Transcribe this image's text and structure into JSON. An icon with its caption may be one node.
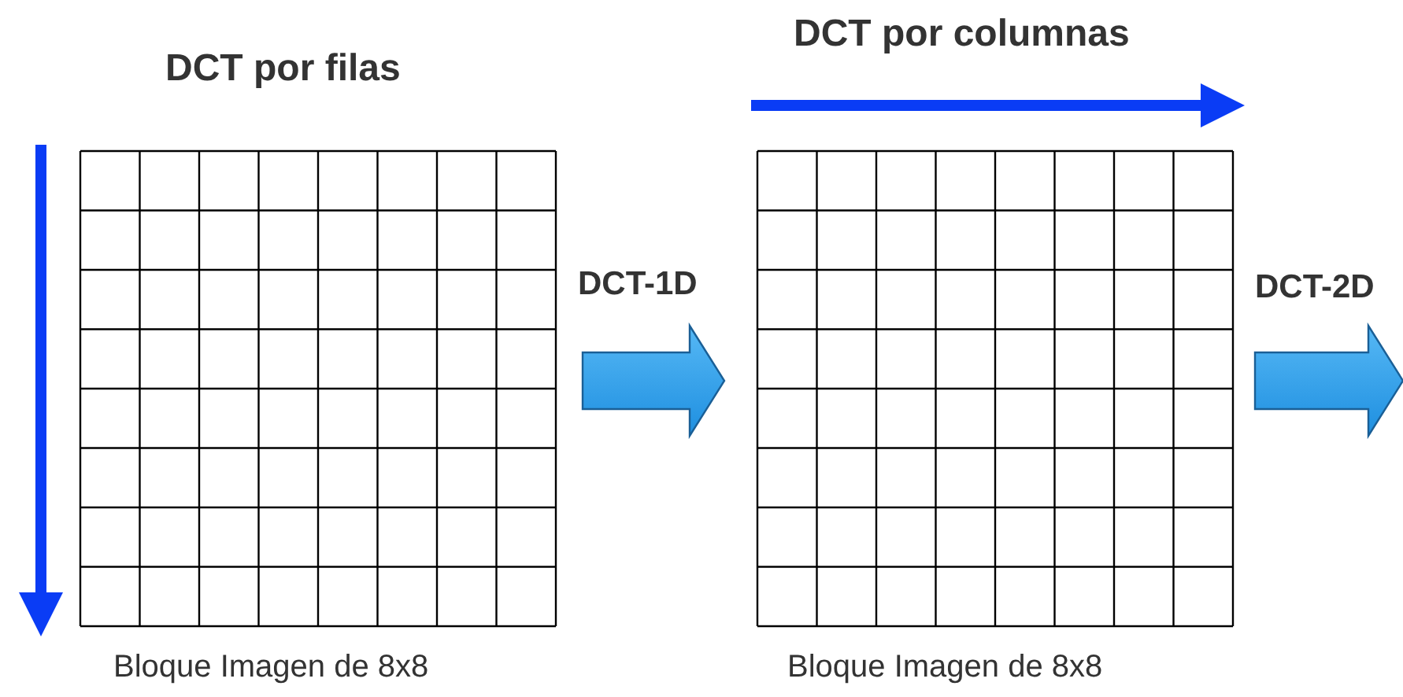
{
  "diagram": {
    "nodes": [
      {
        "text": [
          "DCT por filas",
          "Bloque Imagen de 8x8"
        ]
      },
      {
        "text": [
          "DCT por columnas",
          "Bloque Imagen de 8x8"
        ]
      }
    ],
    "edges": [
      {
        "from": 0,
        "to": 1,
        "arrow": "to",
        "label": "DCT-1D"
      },
      {
        "from": 1,
        "to": null,
        "arrow": "to",
        "label": "DCT-2D"
      }
    ]
  }
}
